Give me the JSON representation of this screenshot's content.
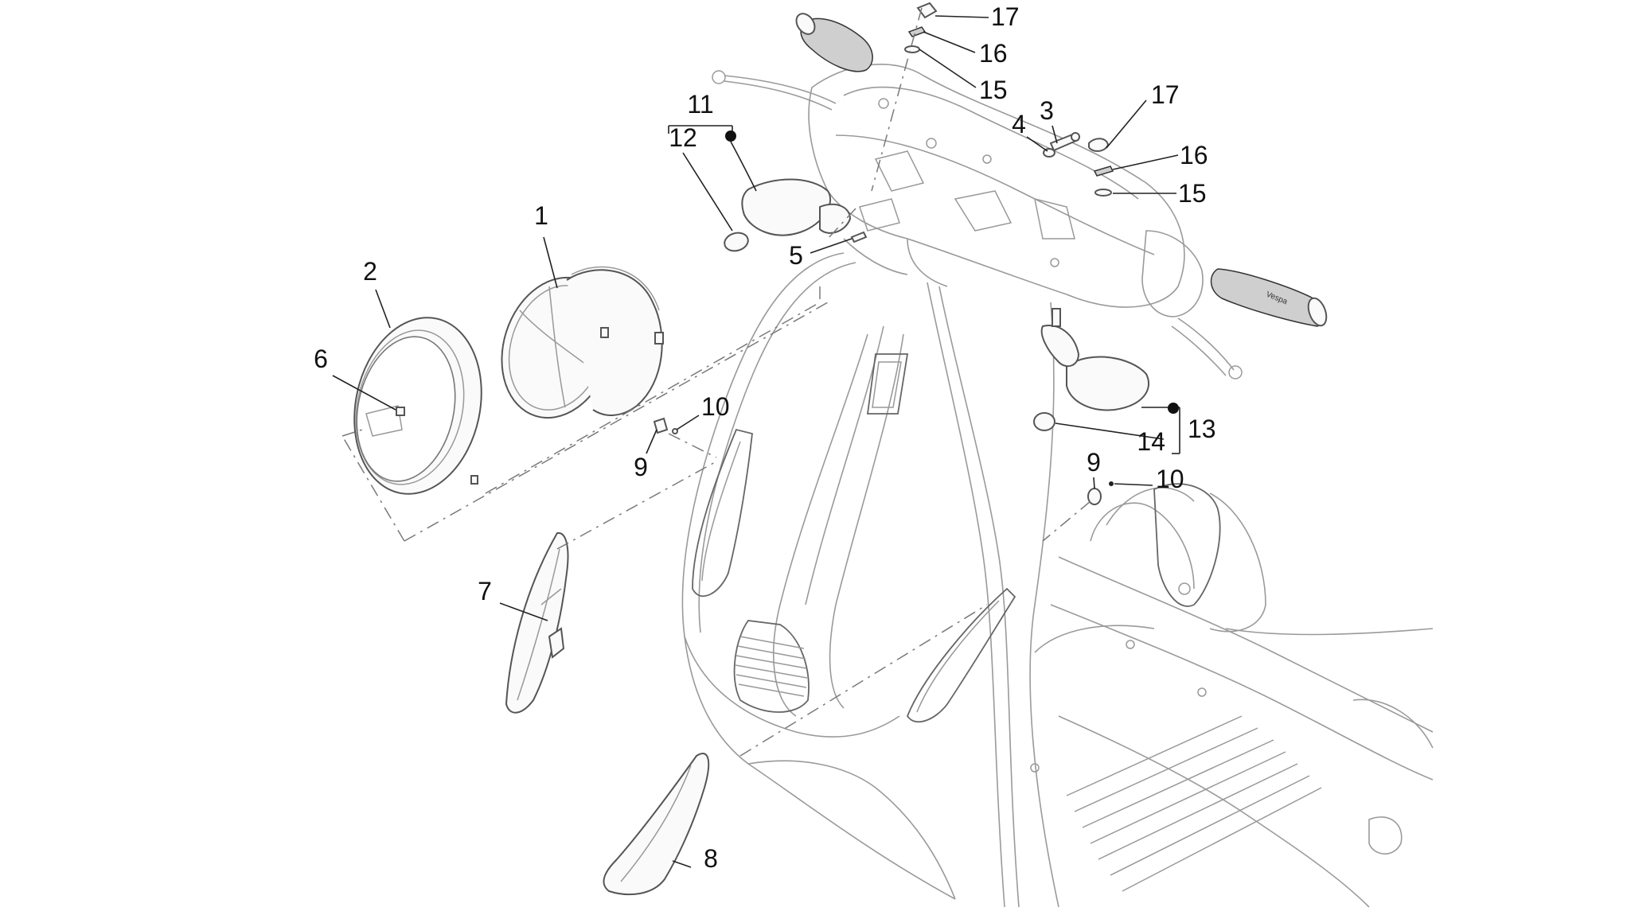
{
  "diagram": {
    "type": "exploded-parts-diagram",
    "callouts": {
      "c1": "1",
      "c2": "2",
      "c3": "3",
      "c4": "4",
      "c5": "5",
      "c6": "6",
      "c7": "7",
      "c8": "8",
      "c9a": "9",
      "c9b": "9",
      "c10a": "10",
      "c10b": "10",
      "c11": "11",
      "c12": "12",
      "c13": "13",
      "c14": "14",
      "c15a": "15",
      "c15b": "15",
      "c16a": "16",
      "c16b": "16",
      "c17a": "17",
      "c17b": "17"
    },
    "grip_text": "Vespa",
    "kit_marker": "filled-dot"
  }
}
